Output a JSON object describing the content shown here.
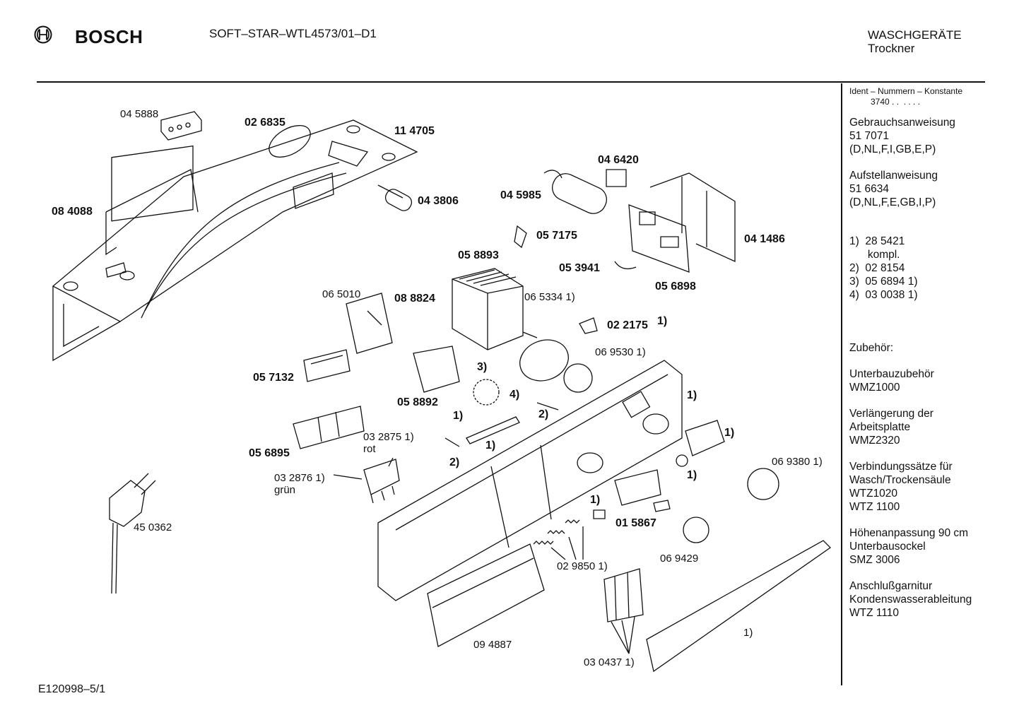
{
  "header": {
    "brand": "BOSCH",
    "model": "SOFT–STAR–WTL4573/01–D1",
    "category": "WASCHGERÄTE",
    "subcategory": "Trockner"
  },
  "footer": {
    "code": "E120998–5/1"
  },
  "sidebar": {
    "ident_title": "Ident – Nummern – Konstante",
    "ident_value": "3740 . .  . . . .",
    "blocks": [
      "Gebrauchsanweisung\n51 7071\n(D,NL,F,I,GB,E,P)",
      "Aufstellanweisung\n51 6634\n(D,NL,F,E,GB,I,P)",
      "1)  28 5421\n      kompl.\n2)  02 8154\n3)  05 6894 1)\n4)  03 0038 1)",
      "Zubehör:",
      "Unterbauzubehör\nWMZ1000",
      "Verlängerung der\nArbeitsplatte\nWMZ2320",
      "Verbindungssätze für\nWasch/Trockensäule\nWTZ1020\nWTZ 1100",
      "Höhenanpassung 90 cm\nUnterbausockel\nSMZ 3006",
      "Anschlußgarnitur\nKondenswasserableitung\nWTZ 1110"
    ]
  },
  "labels": {
    "p045888": "04 5888",
    "p026835": "02 6835",
    "p114705": "11 4705",
    "p084088": "08 4088",
    "p043806": "04 3806",
    "p046420": "04 6420",
    "p045985": "04 5985",
    "p057175": "05 7175",
    "p041486": "04 1486",
    "p058893": "05 8893",
    "p053941": "05 3941",
    "p056898": "05 6898",
    "p065010": "06 5010",
    "p088824": "08 8824",
    "p065334": "06 5334 1)",
    "p022175": "02 2175",
    "p022175n": "1)",
    "p069530": "06 9530 1)",
    "p057132": "05 7132",
    "n3": "3)",
    "p058892": "05 8892",
    "n4": "4)",
    "n1a": "1)",
    "n2a": "2)",
    "n1b": "1)",
    "n1c": "1)",
    "n1d": "1)",
    "p056895": "05 6895",
    "p032875": "03 2875 1)\nrot",
    "n2b": "2)",
    "p032876": "03 2876 1)\ngrün",
    "p069380": "06 9380 1)",
    "n1e": "1)",
    "n1f": "1)",
    "p450362": "45 0362",
    "p015867": "01 5867",
    "p069429": "06 9429",
    "p029850": "02 9850 1)",
    "p094887": "09 4887",
    "p030437": "03 0437 1)",
    "n1g": "1)"
  }
}
